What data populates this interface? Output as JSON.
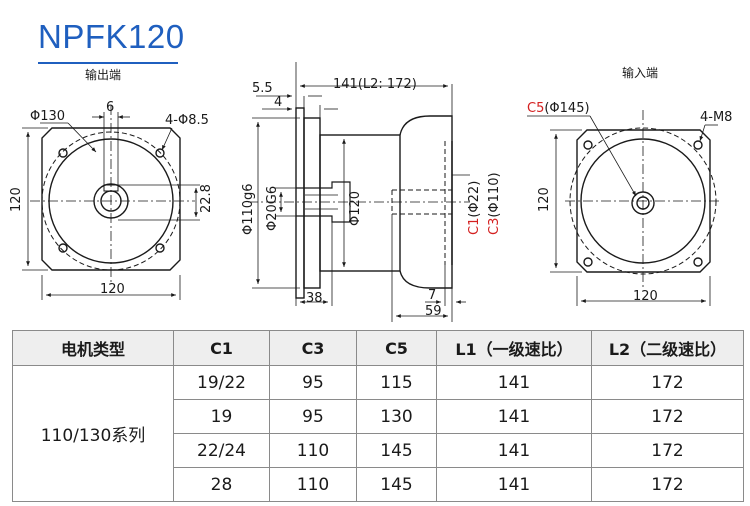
{
  "title": "NPFK120",
  "views": {
    "output": {
      "label": "输出端",
      "bore": "Φ130",
      "key": "6",
      "holes": "4-Φ8.5",
      "height": "120",
      "keyway": "22.8",
      "width": "120"
    },
    "side": {
      "total_length": "141(L2: 172)",
      "d_5_5": "5.5",
      "d_4": "4",
      "d_38": "38",
      "d_7": "7",
      "d_59": "59",
      "pilot": "Φ110g6",
      "shaft": "Φ20G6",
      "body": "Φ120",
      "c1_prefix": "C1",
      "c1_value": "(Φ22)",
      "c3_prefix": "C3",
      "c3_value": "(Φ110)"
    },
    "input": {
      "label": "输入端",
      "c5_prefix": "C5",
      "c5_value": "(Φ145)",
      "holes": "4-M8",
      "height": "120",
      "width": "120"
    }
  },
  "colors": {
    "title": "#1f5fbf",
    "highlight": "#d42020",
    "header_bg": "#eeeeee"
  },
  "table": {
    "headers": [
      "电机类型",
      "C1",
      "C3",
      "C5",
      "L1（一级速比）",
      "L2（二级速比）"
    ],
    "series": "110/130系列",
    "rows": [
      [
        "19/22",
        "95",
        "115",
        "141",
        "172"
      ],
      [
        "19",
        "95",
        "130",
        "141",
        "172"
      ],
      [
        "22/24",
        "110",
        "145",
        "141",
        "172"
      ],
      [
        "28",
        "110",
        "145",
        "141",
        "172"
      ]
    ]
  }
}
